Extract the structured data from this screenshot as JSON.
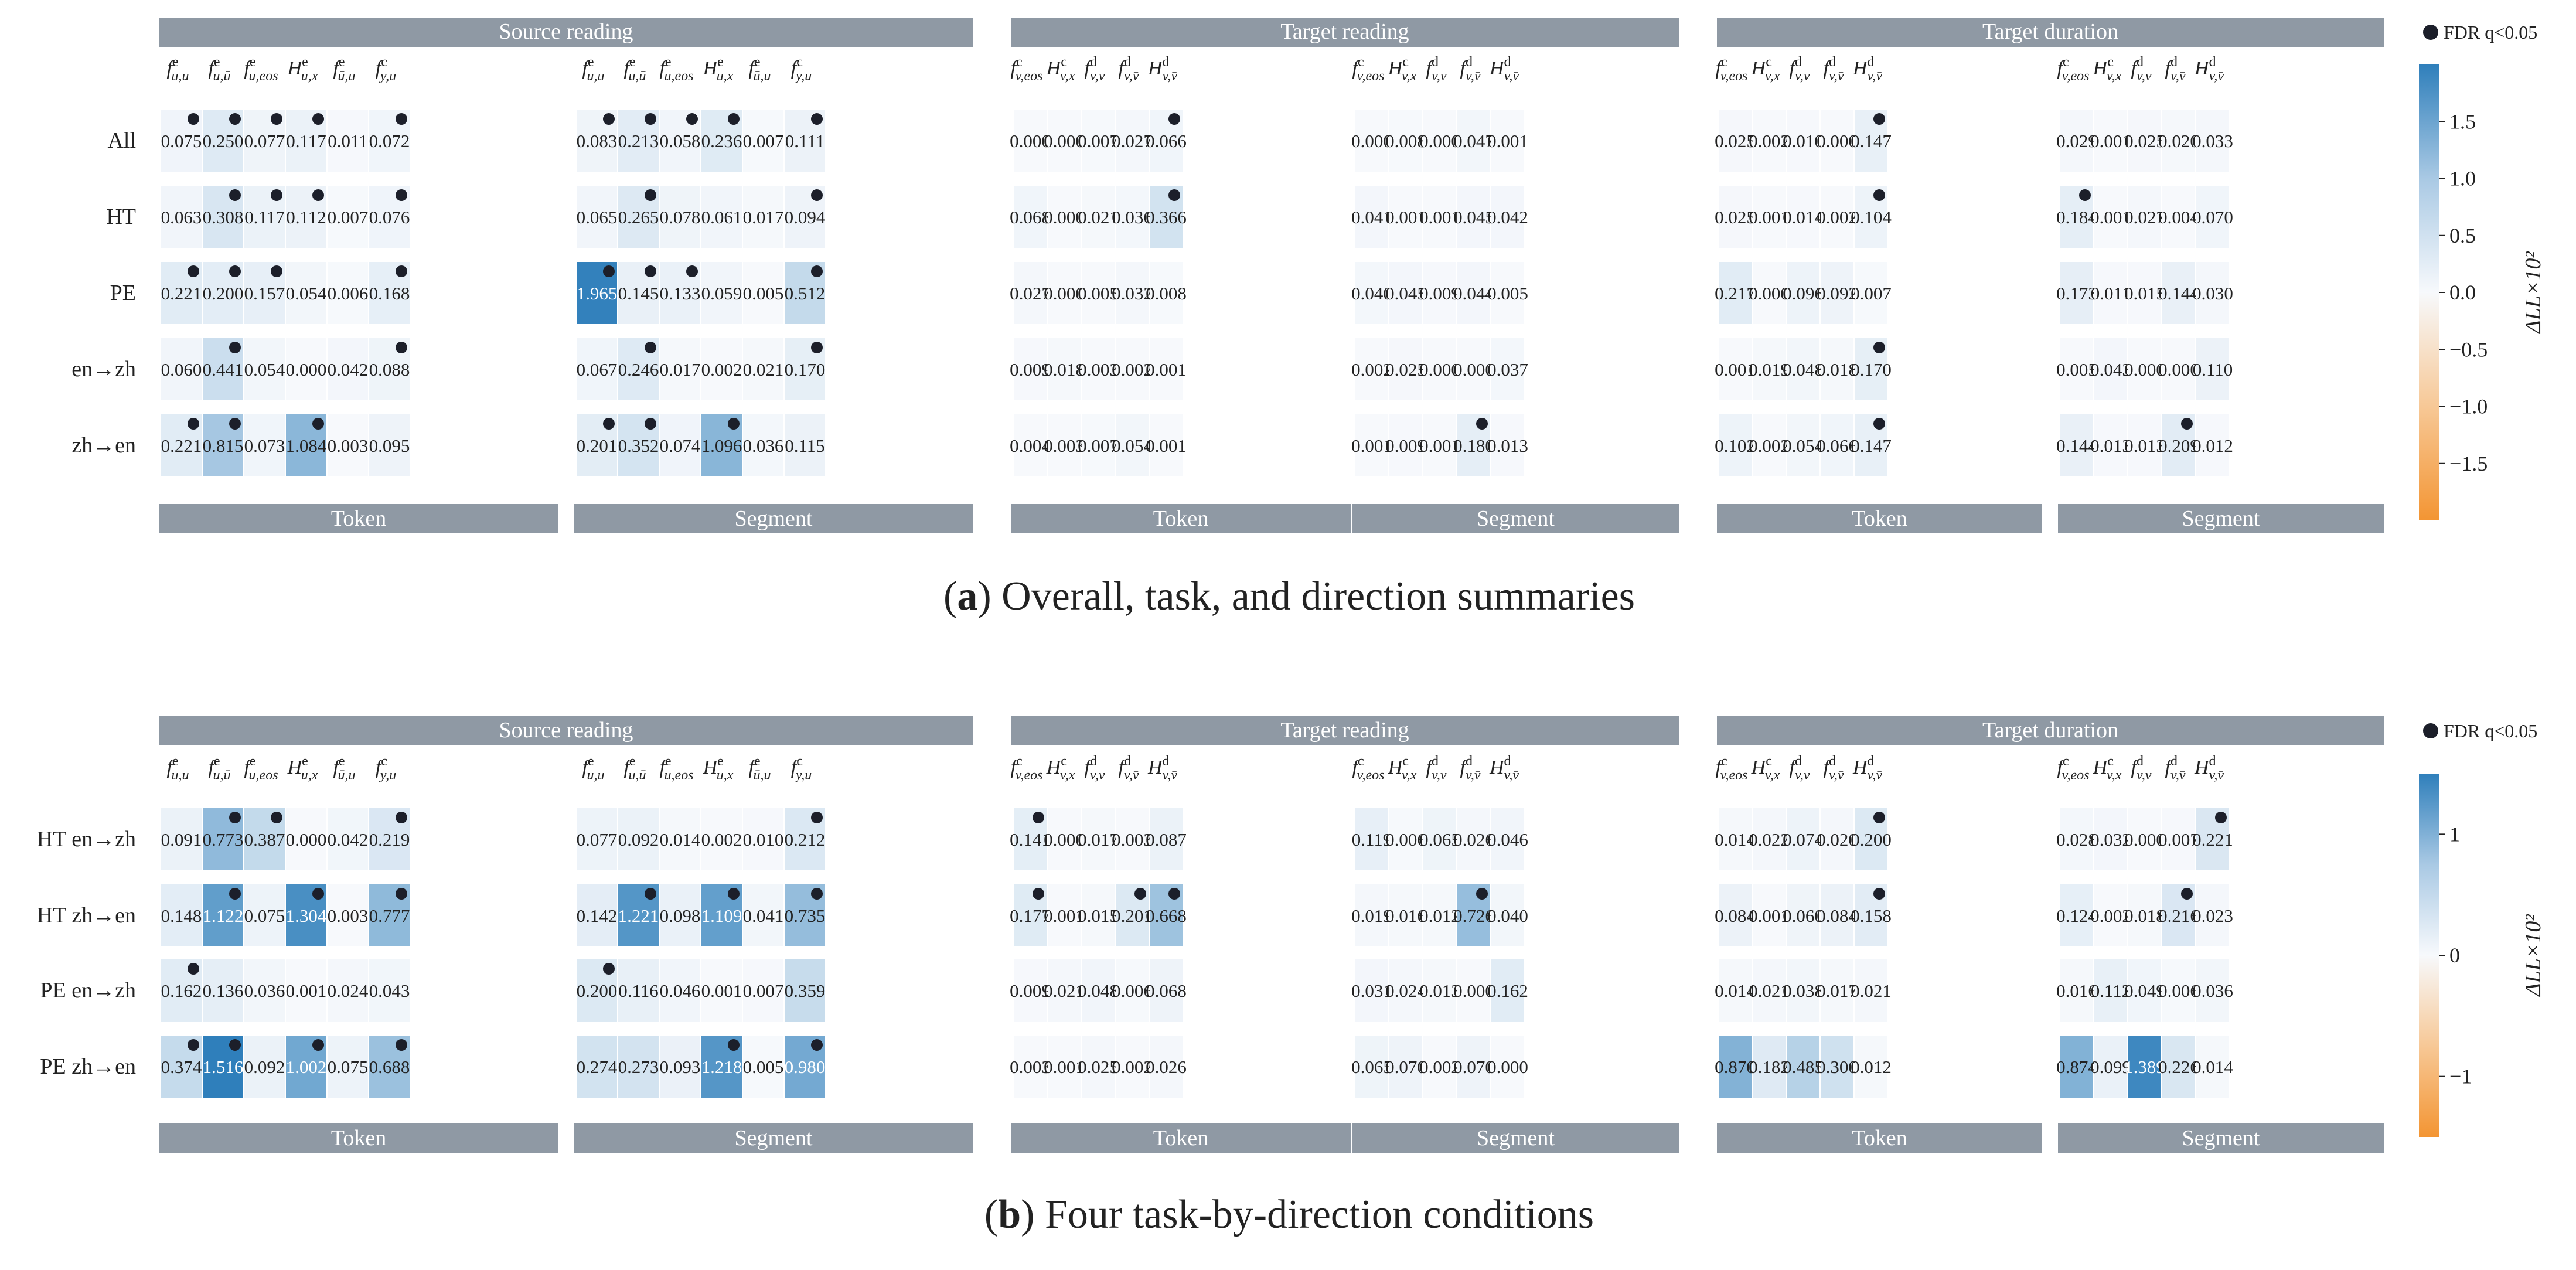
{
  "significance_legend_label": "FDR q<0.05",
  "colorbar_label": "ΔLL×10²",
  "groups": [
    {
      "name": "Source reading",
      "sub_labels": [
        "Token",
        "Segment"
      ]
    },
    {
      "name": "Target reading",
      "sub_labels": [
        "Token",
        "Segment"
      ]
    },
    {
      "name": "Target duration",
      "sub_labels": [
        "Token",
        "Segment"
      ]
    }
  ],
  "column_labels": {
    "source": [
      {
        "b": "f",
        "sup": "e",
        "sub": "u,u"
      },
      {
        "b": "f",
        "sup": "e",
        "sub": "u,ū"
      },
      {
        "b": "f",
        "sup": "e",
        "sub": "u,eos"
      },
      {
        "b": "H",
        "sup": "e",
        "sub": "u,x"
      },
      {
        "b": "f",
        "sup": "e",
        "sub": "ū,u"
      },
      {
        "b": "f",
        "sup": "c",
        "sub": "y,u"
      }
    ],
    "target": [
      {
        "b": "f",
        "sup": "c",
        "sub": "v,eos"
      },
      {
        "b": "H",
        "sup": "c",
        "sub": "v,x"
      },
      {
        "b": "f",
        "sup": "d",
        "sub": "v,v"
      },
      {
        "b": "f",
        "sup": "d",
        "sub": "v,v̄"
      },
      {
        "b": "H",
        "sup": "d",
        "sub": "v,v̄"
      }
    ]
  },
  "chart_data": [
    {
      "type": "heatmap",
      "caption_prefix": "a",
      "caption": "Overall, task, and direction summaries",
      "rows": [
        "All",
        "HT",
        "PE",
        "en→zh",
        "zh→en"
      ],
      "colorbar": {
        "min": -2,
        "max": 2,
        "ticks": [
          "1.5",
          "1.0",
          "0.5",
          "0.0",
          "−0.5",
          "−1.0",
          "−1.5"
        ],
        "tick_values": [
          1.5,
          1.0,
          0.5,
          0.0,
          -0.5,
          -1.0,
          -1.5
        ]
      },
      "values": [
        [
          "0.075",
          "0.250",
          "0.077",
          "0.117",
          "0.011",
          "0.072",
          "0.083",
          "0.213",
          "0.058",
          "0.236",
          "0.007",
          "0.111",
          "0.000",
          "0.000",
          "0.007",
          "0.027",
          "0.066",
          "0.000",
          "0.008",
          "0.000",
          "0.047",
          "0.001",
          "0.025",
          "0.002",
          "0.010",
          "0.000",
          "0.147",
          "0.029",
          "0.001",
          "0.025",
          "0.020",
          "0.033"
        ],
        [
          "0.063",
          "0.308",
          "0.117",
          "0.112",
          "0.007",
          "0.076",
          "0.065",
          "0.265",
          "0.078",
          "0.061",
          "0.017",
          "0.094",
          "0.068",
          "0.000",
          "0.021",
          "0.036",
          "0.366",
          "0.041",
          "0.001",
          "0.001",
          "0.045",
          "0.042",
          "0.025",
          "0.001",
          "0.014",
          "0.002",
          "0.104",
          "0.184",
          "0.001",
          "0.027",
          "0.004",
          "0.070"
        ],
        [
          "0.221",
          "0.200",
          "0.157",
          "0.054",
          "0.006",
          "0.168",
          "1.965",
          "0.145",
          "0.133",
          "0.059",
          "0.005",
          "0.512",
          "0.027",
          "0.000",
          "0.005",
          "0.032",
          "0.008",
          "0.040",
          "0.045",
          "0.009",
          "0.044",
          "0.005",
          "0.217",
          "0.000",
          "0.096",
          "0.092",
          "0.007",
          "0.173",
          "0.011",
          "0.015",
          "0.144",
          "0.030"
        ],
        [
          "0.060",
          "0.441",
          "0.054",
          "0.000",
          "0.042",
          "0.088",
          "0.067",
          "0.246",
          "0.017",
          "0.002",
          "0.021",
          "0.170",
          "0.009",
          "0.018",
          "0.003",
          "0.002",
          "0.001",
          "0.002",
          "0.025",
          "0.000",
          "0.000",
          "0.037",
          "0.001",
          "0.019",
          "0.048",
          "0.018",
          "0.170",
          "0.005",
          "0.043",
          "0.000",
          "0.000",
          "0.110"
        ],
        [
          "0.221",
          "0.815",
          "0.073",
          "1.084",
          "0.003",
          "0.095",
          "0.201",
          "0.352",
          "0.074",
          "1.096",
          "0.036",
          "0.115",
          "0.004",
          "0.003",
          "0.007",
          "0.054",
          "0.001",
          "0.001",
          "0.009",
          "0.001",
          "0.180",
          "0.013",
          "0.102",
          "0.002",
          "0.054",
          "0.066",
          "0.147",
          "0.144",
          "0.013",
          "0.013",
          "0.209",
          "0.012"
        ]
      ],
      "significant": [
        [
          1,
          1,
          1,
          1,
          0,
          1,
          1,
          1,
          1,
          1,
          0,
          1,
          0,
          0,
          0,
          0,
          1,
          0,
          0,
          0,
          0,
          0,
          0,
          0,
          0,
          0,
          1,
          0,
          0,
          0,
          0,
          0
        ],
        [
          0,
          1,
          1,
          1,
          0,
          1,
          0,
          1,
          0,
          0,
          0,
          1,
          0,
          0,
          0,
          0,
          1,
          0,
          0,
          0,
          0,
          0,
          0,
          0,
          0,
          0,
          1,
          1,
          0,
          0,
          0,
          0
        ],
        [
          1,
          1,
          1,
          0,
          0,
          1,
          1,
          1,
          1,
          0,
          0,
          1,
          0,
          0,
          0,
          0,
          0,
          0,
          0,
          0,
          0,
          0,
          0,
          0,
          0,
          0,
          0,
          0,
          0,
          0,
          0,
          0
        ],
        [
          0,
          1,
          0,
          0,
          0,
          1,
          0,
          1,
          0,
          0,
          0,
          1,
          0,
          0,
          0,
          0,
          0,
          0,
          0,
          0,
          0,
          0,
          0,
          0,
          0,
          0,
          1,
          0,
          0,
          0,
          0,
          0
        ],
        [
          1,
          1,
          0,
          1,
          0,
          0,
          1,
          1,
          0,
          1,
          0,
          0,
          0,
          0,
          0,
          0,
          0,
          0,
          0,
          0,
          1,
          0,
          0,
          0,
          0,
          0,
          1,
          0,
          0,
          0,
          1,
          0
        ]
      ]
    },
    {
      "type": "heatmap",
      "caption_prefix": "b",
      "caption": "Four task-by-direction conditions",
      "rows": [
        "HT en→zh",
        "HT zh→en",
        "PE en→zh",
        "PE zh→en"
      ],
      "colorbar": {
        "min": -1.5,
        "max": 1.5,
        "ticks": [
          "1",
          "0",
          "−1"
        ],
        "tick_values": [
          1,
          0,
          -1
        ]
      },
      "values": [
        [
          "0.091",
          "0.773",
          "0.387",
          "0.000",
          "0.042",
          "0.219",
          "0.077",
          "0.092",
          "0.014",
          "0.002",
          "0.010",
          "0.212",
          "0.141",
          "0.000",
          "0.017",
          "0.003",
          "0.087",
          "0.119",
          "0.006",
          "0.065",
          "0.026",
          "0.046",
          "0.014",
          "0.022",
          "0.074",
          "0.020",
          "0.200",
          "0.028",
          "0.032",
          "0.000",
          "0.007",
          "0.221"
        ],
        [
          "0.148",
          "1.122",
          "0.075",
          "1.304",
          "0.003",
          "0.777",
          "0.142",
          "1.221",
          "0.098",
          "1.109",
          "0.041",
          "0.735",
          "0.177",
          "0.001",
          "0.015",
          "0.201",
          "0.668",
          "0.019",
          "0.016",
          "0.012",
          "0.726",
          "0.040",
          "0.084",
          "0.001",
          "0.060",
          "0.084",
          "0.158",
          "0.124",
          "0.002",
          "0.018",
          "0.216",
          "0.023"
        ],
        [
          "0.162",
          "0.136",
          "0.036",
          "0.001",
          "0.024",
          "0.043",
          "0.200",
          "0.116",
          "0.046",
          "0.001",
          "0.007",
          "0.359",
          "0.009",
          "0.021",
          "0.048",
          "0.006",
          "0.068",
          "0.031",
          "0.024",
          "0.013",
          "0.000",
          "0.162",
          "0.014",
          "0.021",
          "0.038",
          "0.017",
          "0.021",
          "0.016",
          "0.112",
          "0.049",
          "0.006",
          "0.036"
        ],
        [
          "0.374",
          "1.516",
          "0.092",
          "1.002",
          "0.075",
          "0.688",
          "0.274",
          "0.273",
          "0.093",
          "1.218",
          "0.005",
          "0.980",
          "0.003",
          "0.001",
          "0.025",
          "0.002",
          "0.026",
          "0.065",
          "0.070",
          "0.002",
          "0.070",
          "0.000",
          "0.870",
          "0.182",
          "0.485",
          "0.300",
          "0.012",
          "0.874",
          "0.099",
          "1.389",
          "0.226",
          "0.014"
        ]
      ],
      "significant": [
        [
          0,
          1,
          1,
          0,
          0,
          1,
          0,
          0,
          0,
          0,
          0,
          1,
          1,
          0,
          0,
          0,
          0,
          0,
          0,
          0,
          0,
          0,
          0,
          0,
          0,
          0,
          1,
          0,
          0,
          0,
          0,
          1
        ],
        [
          0,
          1,
          0,
          1,
          0,
          1,
          0,
          1,
          0,
          1,
          0,
          1,
          1,
          0,
          0,
          1,
          1,
          0,
          0,
          0,
          1,
          0,
          0,
          0,
          0,
          0,
          1,
          0,
          0,
          0,
          1,
          0
        ],
        [
          1,
          0,
          0,
          0,
          0,
          0,
          1,
          0,
          0,
          0,
          0,
          0,
          0,
          0,
          0,
          0,
          0,
          0,
          0,
          0,
          0,
          0,
          0,
          0,
          0,
          0,
          0,
          0,
          0,
          0,
          0,
          0
        ],
        [
          1,
          1,
          0,
          1,
          0,
          1,
          0,
          0,
          0,
          1,
          0,
          1,
          0,
          0,
          0,
          0,
          0,
          0,
          0,
          0,
          0,
          0,
          0,
          0,
          0,
          0,
          0,
          0,
          0,
          0,
          0,
          0
        ]
      ]
    }
  ]
}
